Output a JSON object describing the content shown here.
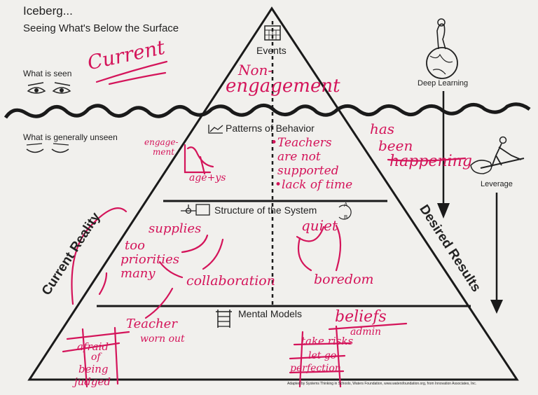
{
  "header": {
    "title_line1": "Iceberg...",
    "title_line2": "Seeing What's Below the Surface"
  },
  "left_labels": {
    "seen": "What is seen",
    "unseen": "What is generally unseen"
  },
  "levels": {
    "events": "Events",
    "patterns": "Patterns of Behavior",
    "structure": "Structure of the System",
    "mental": "Mental Models"
  },
  "side_labels": {
    "current_reality": "Current Reality",
    "desired_results": "Desired Results",
    "deep_learning": "Deep Learning",
    "leverage": "Leverage"
  },
  "loop_letters": {
    "a": "A",
    "b": "B"
  },
  "handwriting": {
    "current": "Current",
    "non": "Non-",
    "engagement": "engagement",
    "has": "has",
    "been": "been",
    "happening": "happening",
    "engagement_small": "engage-",
    "ment_small": "ment",
    "age_yrs": "age+ys",
    "teachers_l1": "•Teachers",
    "teachers_l2": "are not",
    "teachers_l3": "supported",
    "teachers_l4": "•lack of time",
    "supplies": "supplies",
    "too": "too",
    "priorities": "priorities",
    "many": "many",
    "collaboration": "collaboration",
    "quiet": "quiet",
    "boredom": "boredom",
    "beliefs": "beliefs",
    "admin": "admin",
    "takerisks": "take risks",
    "letgo": "let go",
    "perfection": "perfection",
    "teacher": "Teacher",
    "worn_out": "worn out",
    "afraid": "afraid",
    "of": "of",
    "being": "being",
    "judged": "judged"
  },
  "footer": {
    "credit": "Adapted by Systems Thinking in Schools, Waters Foundation, www.watersfoundation.org, from Innovation Associates, Inc."
  },
  "colors": {
    "ink": "#1a1a1a",
    "marker": "#d4145a",
    "board": "#f1f0ed"
  },
  "icons": [
    "calendar-icon",
    "trend-graph-icon",
    "stock-flow-icon",
    "loop-icon",
    "ladder-icon",
    "open-eyes-icon",
    "closed-eyes-icon",
    "thinker-globe-icon",
    "lever-figure-icon"
  ]
}
